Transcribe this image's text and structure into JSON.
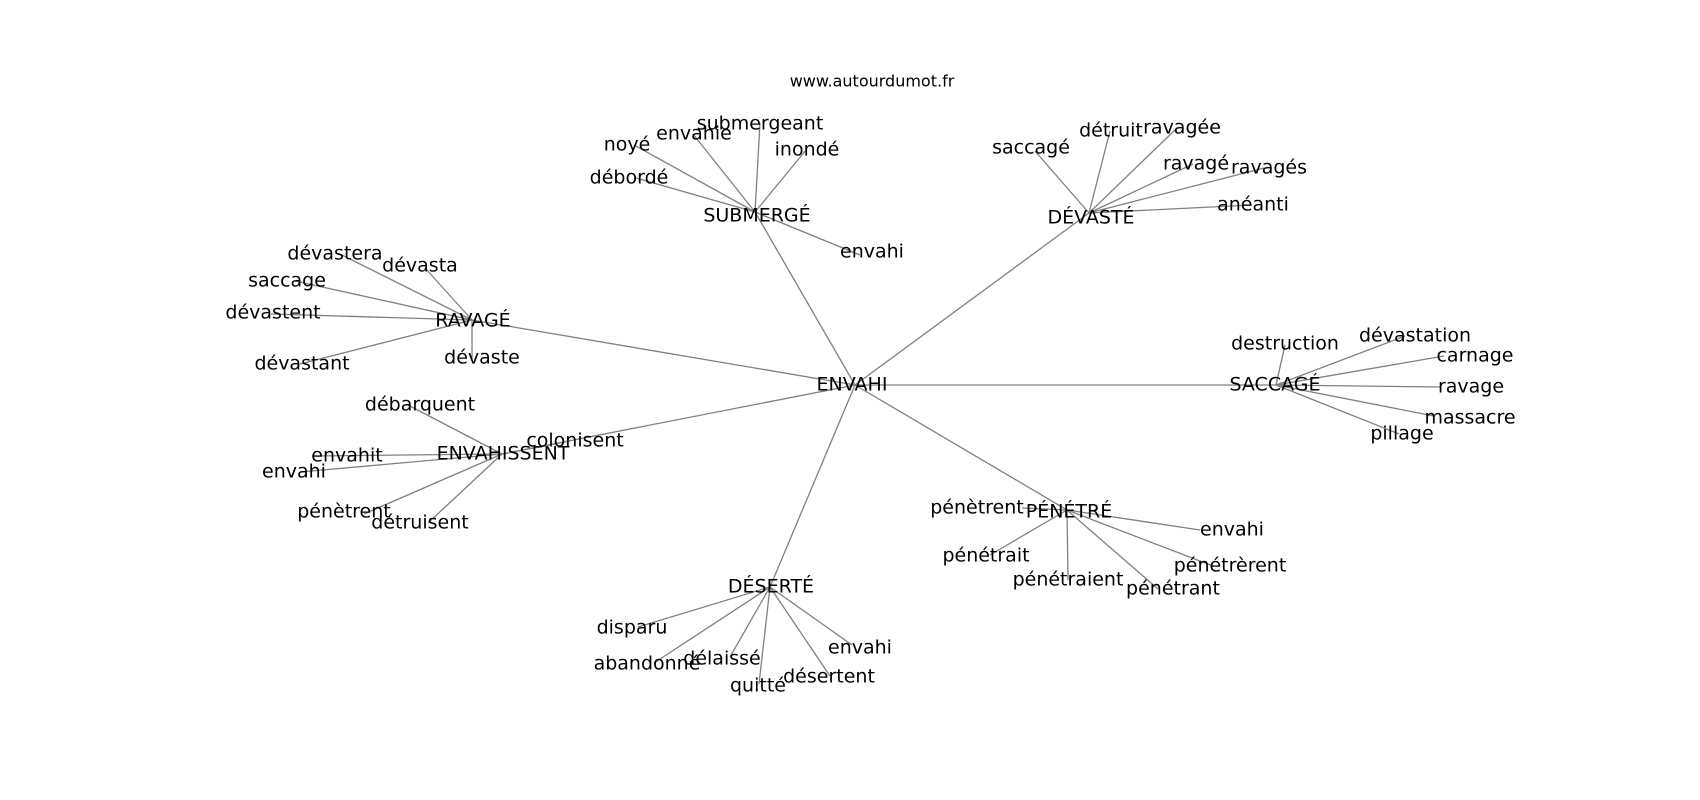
{
  "site": "www.autourdumot.fr",
  "center": "ENVAHI",
  "clusters": [
    {
      "word": "SUBMERGÉ",
      "children": [
        "submergeant",
        "envahie",
        "noyé",
        "inondé",
        "débordé",
        "envahi"
      ]
    },
    {
      "word": "DÉVASTÉ",
      "children": [
        "détruit",
        "ravagée",
        "saccagé",
        "ravagé",
        "ravagés",
        "anéanti"
      ]
    },
    {
      "word": "RAVAGÉ",
      "children": [
        "dévastera",
        "dévasta",
        "saccage",
        "dévastent",
        "dévastant",
        "dévaste"
      ]
    },
    {
      "word": "SACCAGÉ",
      "children": [
        "destruction",
        "dévastation",
        "carnage",
        "ravage",
        "massacre",
        "pillage"
      ]
    },
    {
      "word": "ENVAHISSENT",
      "children": [
        "débarquent",
        "colonisent",
        "envahit",
        "envahi",
        "pénètrent",
        "détruisent"
      ]
    },
    {
      "word": "PÉNÉTRÉ",
      "children": [
        "pénètrent",
        "envahi",
        "pénétrait",
        "pénétrèrent",
        "pénétraient",
        "pénétrant"
      ]
    },
    {
      "word": "DÉSERTÉ",
      "children": [
        "disparu",
        "envahi",
        "abandonné",
        "délaissé",
        "désertent",
        "quitté"
      ]
    }
  ]
}
